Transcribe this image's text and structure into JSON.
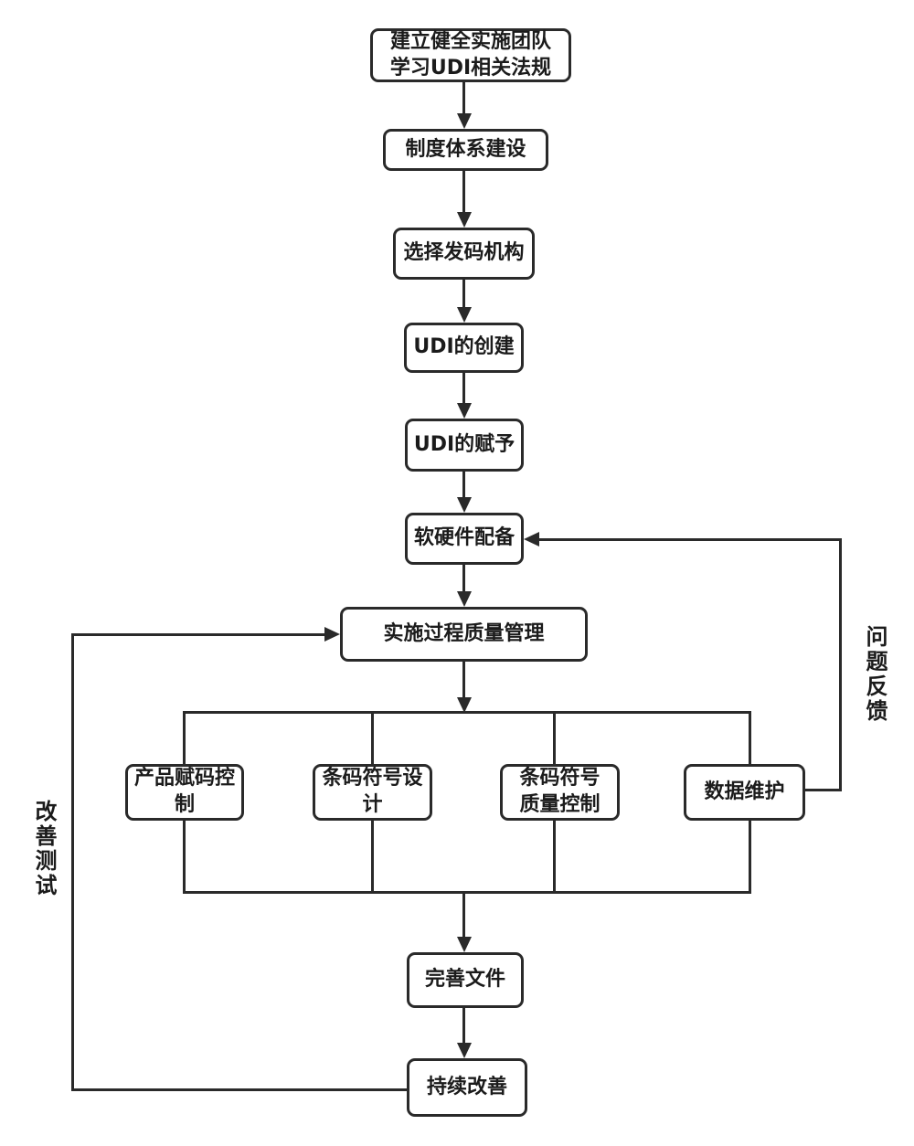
{
  "flowchart": {
    "nodes": {
      "team": {
        "label": "建立健全实施团队\n学习UDI相关法规"
      },
      "system": {
        "label": "制度体系建设"
      },
      "agency": {
        "label": "选择发码机构"
      },
      "udi_create": {
        "label": "UDI的创建"
      },
      "udi_assign": {
        "label": "UDI的赋予"
      },
      "equipment": {
        "label": "软硬件配备"
      },
      "quality_mgmt": {
        "label": "实施过程质量管理"
      },
      "coding_ctrl": {
        "label": "产品赋码控\n制"
      },
      "symbol_design": {
        "label": "条码符号设\n计"
      },
      "symbol_quality": {
        "label": "条码符号\n质量控制"
      },
      "data_maint": {
        "label": "数据维护"
      },
      "documents": {
        "label": "完善文件"
      },
      "improve": {
        "label": "持续改善"
      }
    },
    "annotations": {
      "feedback": "问题反馈",
      "improvement_test": "改善测试"
    },
    "edges": [
      {
        "from": "team",
        "to": "system"
      },
      {
        "from": "system",
        "to": "agency"
      },
      {
        "from": "agency",
        "to": "udi_create"
      },
      {
        "from": "udi_create",
        "to": "udi_assign"
      },
      {
        "from": "udi_assign",
        "to": "equipment"
      },
      {
        "from": "equipment",
        "to": "quality_mgmt"
      },
      {
        "from": "quality_mgmt",
        "to": "coding_ctrl"
      },
      {
        "from": "quality_mgmt",
        "to": "symbol_design"
      },
      {
        "from": "quality_mgmt",
        "to": "symbol_quality"
      },
      {
        "from": "quality_mgmt",
        "to": "data_maint"
      },
      {
        "from": "branch_group",
        "to": "documents"
      },
      {
        "from": "documents",
        "to": "improve"
      },
      {
        "from": "data_maint",
        "to": "equipment",
        "label": "问题反馈"
      },
      {
        "from": "improve",
        "to": "quality_mgmt",
        "label": "改善测试"
      }
    ],
    "colors": {
      "line": "#2a2a2a",
      "text": "#1b1b1b",
      "background": "#ffffff"
    }
  }
}
